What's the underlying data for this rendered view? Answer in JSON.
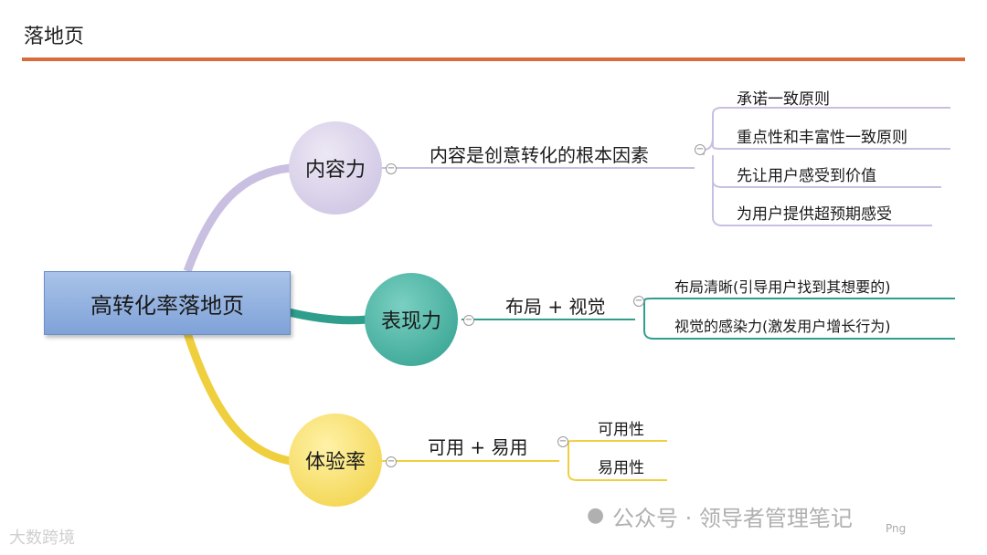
{
  "page_title": "落地页",
  "root": "高转化率落地页",
  "branches": [
    {
      "name": "内容力",
      "sub": "内容是创意转化的根本因素",
      "leaves": [
        "承诺一致原则",
        "重点性和丰富性一致原则",
        "先让用户感受到价值",
        "为用户提供超预期感受"
      ]
    },
    {
      "name": "表现力",
      "sub": "布局 + 视觉",
      "leaves": [
        "布局清晰(引导用户找到其想要的)",
        "视觉的感染力(激发用户增长行为)"
      ]
    },
    {
      "name": "体验率",
      "sub": "可用 + 易用",
      "leaves": [
        "可用性",
        "易用性"
      ]
    }
  ],
  "watermark": "公众号 · 领导者管理笔记",
  "logo_text": "大数跨境",
  "png_label": "Png",
  "colors": {
    "accent_rule": "#d86a3c",
    "branch1": "#c9bfe0",
    "branch2": "#2f9e8d",
    "branch3": "#f0cf3e"
  }
}
